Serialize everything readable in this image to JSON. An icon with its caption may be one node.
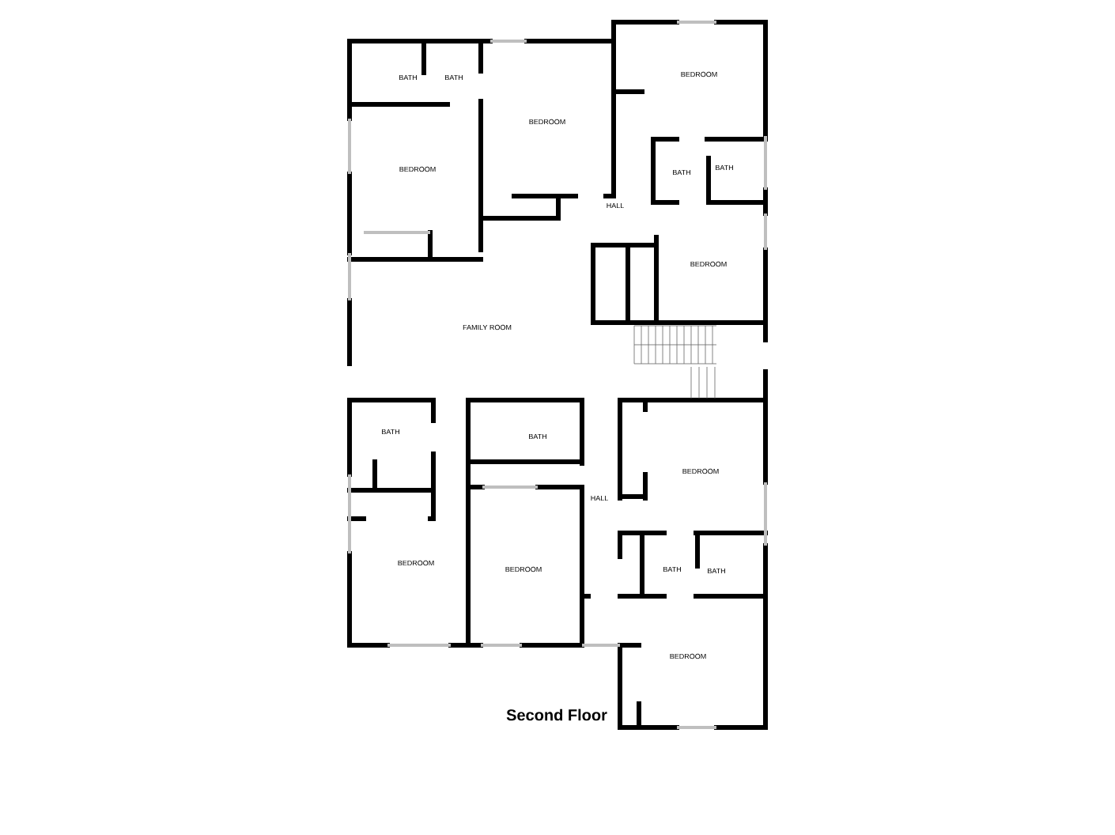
{
  "diagram": {
    "title": "Second Floor",
    "labels": [
      "BATH",
      "BATH",
      "BEDROOM",
      "BEDROOM",
      "BEDROOM",
      "BATH",
      "BATH",
      "HALL",
      "BEDROOM",
      "FAMILY ROOM",
      "BATH",
      "BATH",
      "BEDROOM",
      "HALL",
      "BEDROOM",
      "BEDROOM",
      "BATH",
      "BATH",
      "BEDROOM"
    ]
  }
}
